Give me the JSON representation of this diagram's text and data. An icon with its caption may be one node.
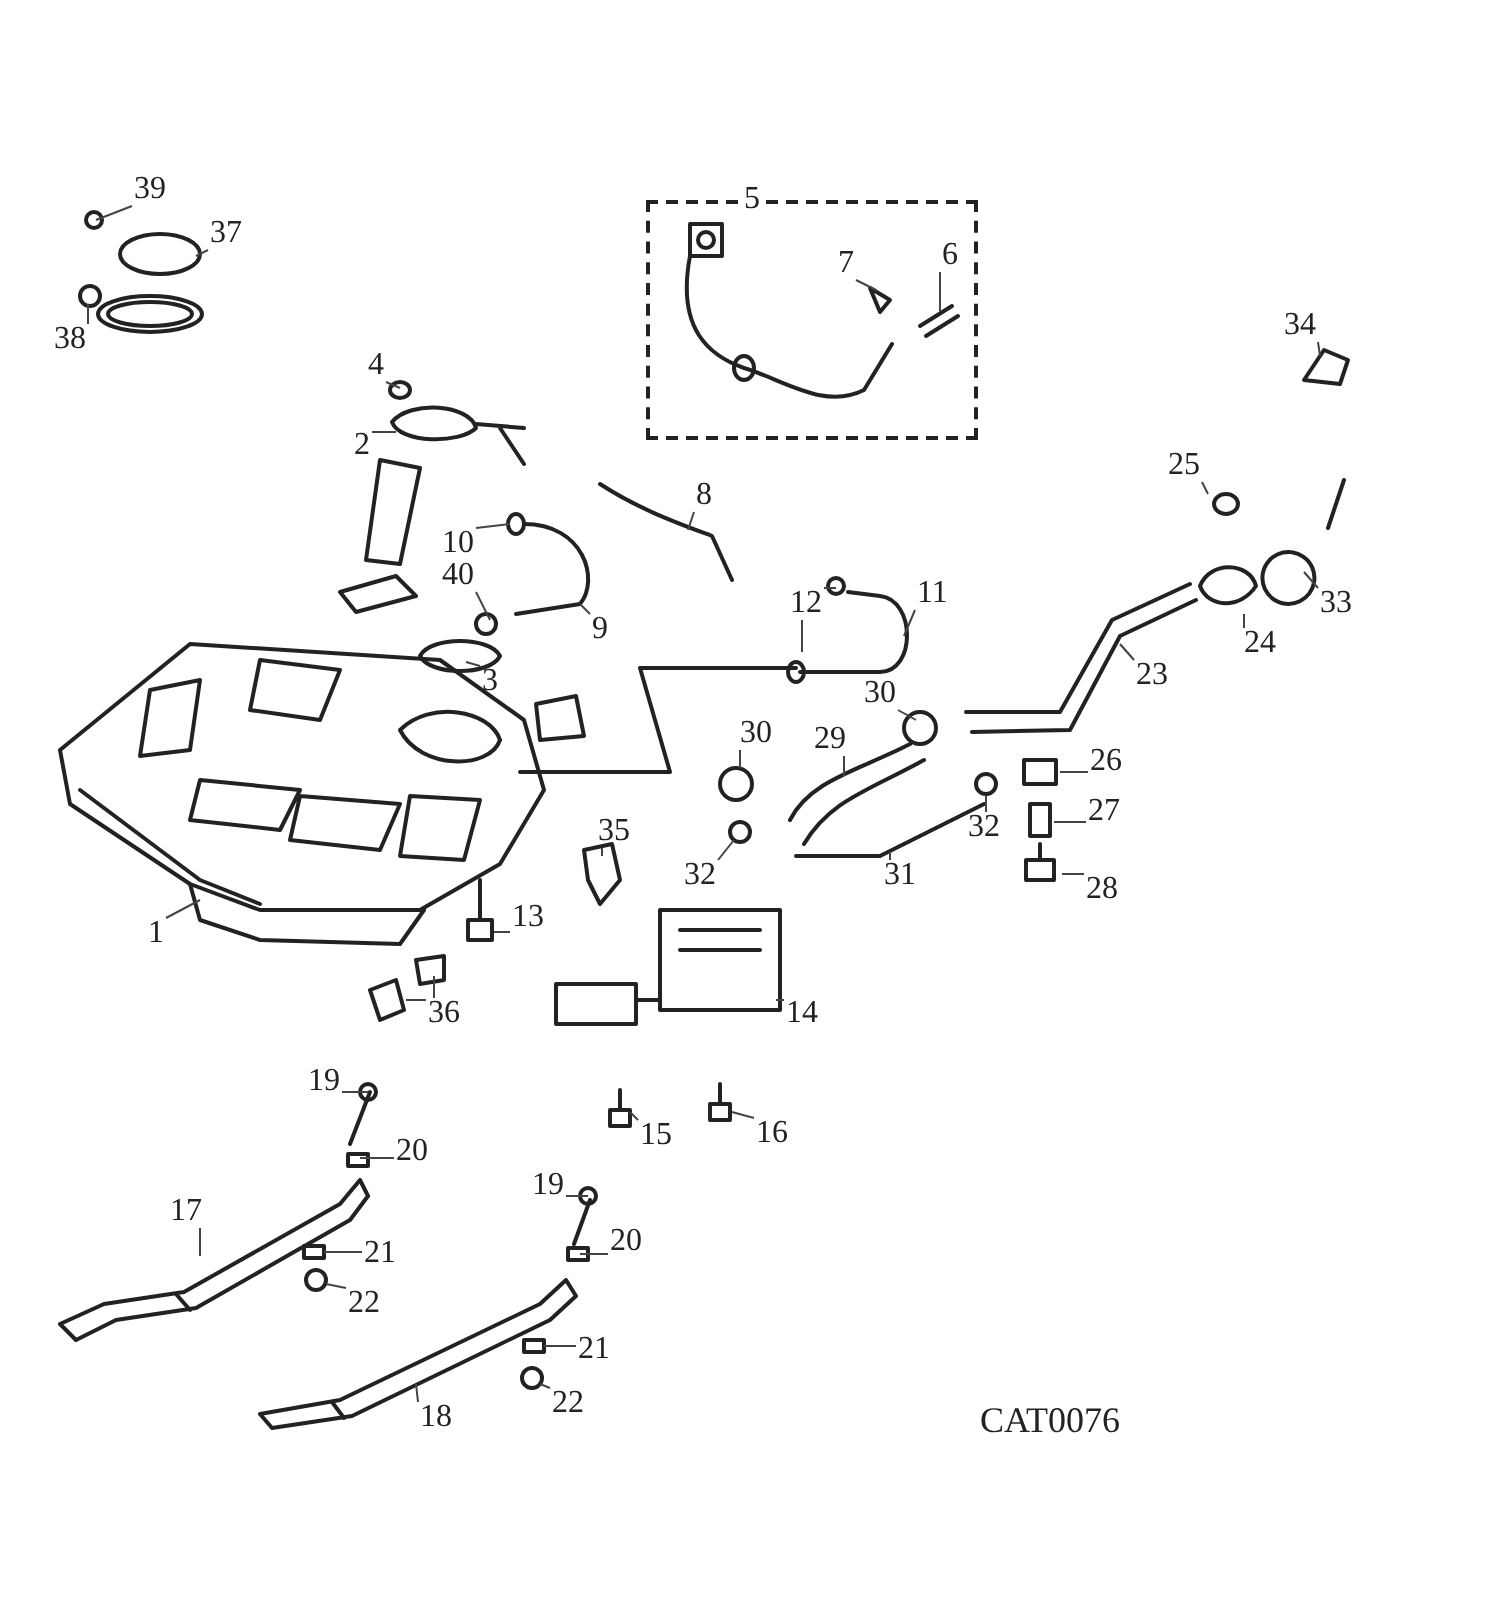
{
  "diagram": {
    "nodes": [
      {
        "text": [
          "39"
        ]
      },
      {
        "text": [
          "37"
        ]
      },
      {
        "text": [
          "38"
        ]
      },
      {
        "text": [
          "5"
        ]
      },
      {
        "text": [
          "7"
        ],
        "in": 3
      },
      {
        "text": [
          "6"
        ],
        "in": 3
      },
      {
        "text": [
          "34"
        ]
      },
      {
        "text": [
          "4"
        ]
      },
      {
        "text": [
          "2"
        ]
      },
      {
        "text": [
          "8"
        ]
      },
      {
        "text": [
          "25"
        ]
      },
      {
        "text": [
          "10"
        ]
      },
      {
        "text": [
          "40"
        ]
      },
      {
        "text": [
          "12"
        ]
      },
      {
        "text": [
          "11"
        ]
      },
      {
        "text": [
          "33"
        ]
      },
      {
        "text": [
          "24"
        ]
      },
      {
        "text": [
          "9"
        ]
      },
      {
        "text": [
          "3"
        ]
      },
      {
        "text": [
          "23"
        ]
      },
      {
        "text": [
          "30"
        ]
      },
      {
        "text": [
          "30"
        ]
      },
      {
        "text": [
          "29"
        ]
      },
      {
        "text": [
          "26"
        ]
      },
      {
        "text": [
          "32"
        ]
      },
      {
        "text": [
          "35"
        ]
      },
      {
        "text": [
          "27"
        ]
      },
      {
        "text": [
          "32"
        ]
      },
      {
        "text": [
          "31"
        ]
      },
      {
        "text": [
          "28"
        ]
      },
      {
        "text": [
          "1"
        ]
      },
      {
        "text": [
          "13"
        ]
      },
      {
        "text": [
          "14"
        ]
      },
      {
        "text": [
          "36"
        ]
      },
      {
        "text": [
          "19"
        ]
      },
      {
        "text": [
          "20"
        ]
      },
      {
        "text": [
          "15"
        ]
      },
      {
        "text": [
          "16"
        ]
      },
      {
        "text": [
          "17"
        ]
      },
      {
        "text": [
          "19"
        ]
      },
      {
        "text": [
          "21"
        ]
      },
      {
        "text": [
          "20"
        ]
      },
      {
        "text": [
          "22"
        ]
      },
      {
        "text": [
          "21"
        ]
      },
      {
        "text": [
          "18"
        ]
      },
      {
        "text": [
          "22"
        ]
      }
    ],
    "edges": [
      {
        "from": 0,
        "to": null,
        "arrow": "none"
      },
      {
        "from": 1,
        "to": null,
        "arrow": "none"
      },
      {
        "from": 2,
        "to": null,
        "arrow": "none"
      },
      {
        "from": 4,
        "to": null,
        "arrow": "none"
      },
      {
        "from": 5,
        "to": null,
        "arrow": "none"
      },
      {
        "from": 6,
        "to": null,
        "arrow": "none"
      },
      {
        "from": 7,
        "to": null,
        "arrow": "none"
      },
      {
        "from": 8,
        "to": null,
        "arrow": "none"
      },
      {
        "from": 9,
        "to": null,
        "arrow": "none"
      },
      {
        "from": 10,
        "to": null,
        "arrow": "none"
      },
      {
        "from": 11,
        "to": null,
        "arrow": "none"
      },
      {
        "from": 12,
        "to": null,
        "arrow": "none"
      },
      {
        "from": 13,
        "to": null,
        "arrow": "none"
      },
      {
        "from": 13,
        "to": null,
        "arrow": "none"
      },
      {
        "from": 14,
        "to": null,
        "arrow": "none"
      },
      {
        "from": 15,
        "to": null,
        "arrow": "none"
      },
      {
        "from": 16,
        "to": null,
        "arrow": "none"
      },
      {
        "from": 17,
        "to": null,
        "arrow": "none"
      },
      {
        "from": 18,
        "to": null,
        "arrow": "none"
      },
      {
        "from": 19,
        "to": null,
        "arrow": "none"
      },
      {
        "from": 20,
        "to": null,
        "arrow": "none"
      },
      {
        "from": 21,
        "to": null,
        "arrow": "none"
      },
      {
        "from": 22,
        "to": null,
        "arrow": "none"
      },
      {
        "from": 23,
        "to": null,
        "arrow": "none"
      },
      {
        "from": 24,
        "to": null,
        "arrow": "none"
      },
      {
        "from": 25,
        "to": null,
        "arrow": "none"
      },
      {
        "from": 26,
        "to": null,
        "arrow": "none"
      },
      {
        "from": 27,
        "to": null,
        "arrow": "none"
      },
      {
        "from": 28,
        "to": null,
        "arrow": "none"
      },
      {
        "from": 29,
        "to": null,
        "arrow": "none"
      },
      {
        "from": 30,
        "to": null,
        "arrow": "none"
      },
      {
        "from": 31,
        "to": null,
        "arrow": "none"
      },
      {
        "from": 32,
        "to": null,
        "arrow": "none"
      },
      {
        "from": 33,
        "to": null,
        "arrow": "none"
      },
      {
        "from": 33,
        "to": null,
        "arrow": "none"
      },
      {
        "from": 34,
        "to": null,
        "arrow": "none"
      },
      {
        "from": 35,
        "to": null,
        "arrow": "none"
      },
      {
        "from": 36,
        "to": null,
        "arrow": "none"
      },
      {
        "from": 37,
        "to": null,
        "arrow": "none"
      },
      {
        "from": 38,
        "to": null,
        "arrow": "none"
      },
      {
        "from": 39,
        "to": null,
        "arrow": "none"
      },
      {
        "from": 40,
        "to": null,
        "arrow": "none"
      },
      {
        "from": 41,
        "to": null,
        "arrow": "none"
      },
      {
        "from": 42,
        "to": null,
        "arrow": "none"
      },
      {
        "from": 43,
        "to": null,
        "arrow": "none"
      },
      {
        "from": 44,
        "to": null,
        "arrow": "none"
      },
      {
        "from": 45,
        "to": null,
        "arrow": "none"
      }
    ],
    "labels": [
      "CAT0076"
    ]
  }
}
